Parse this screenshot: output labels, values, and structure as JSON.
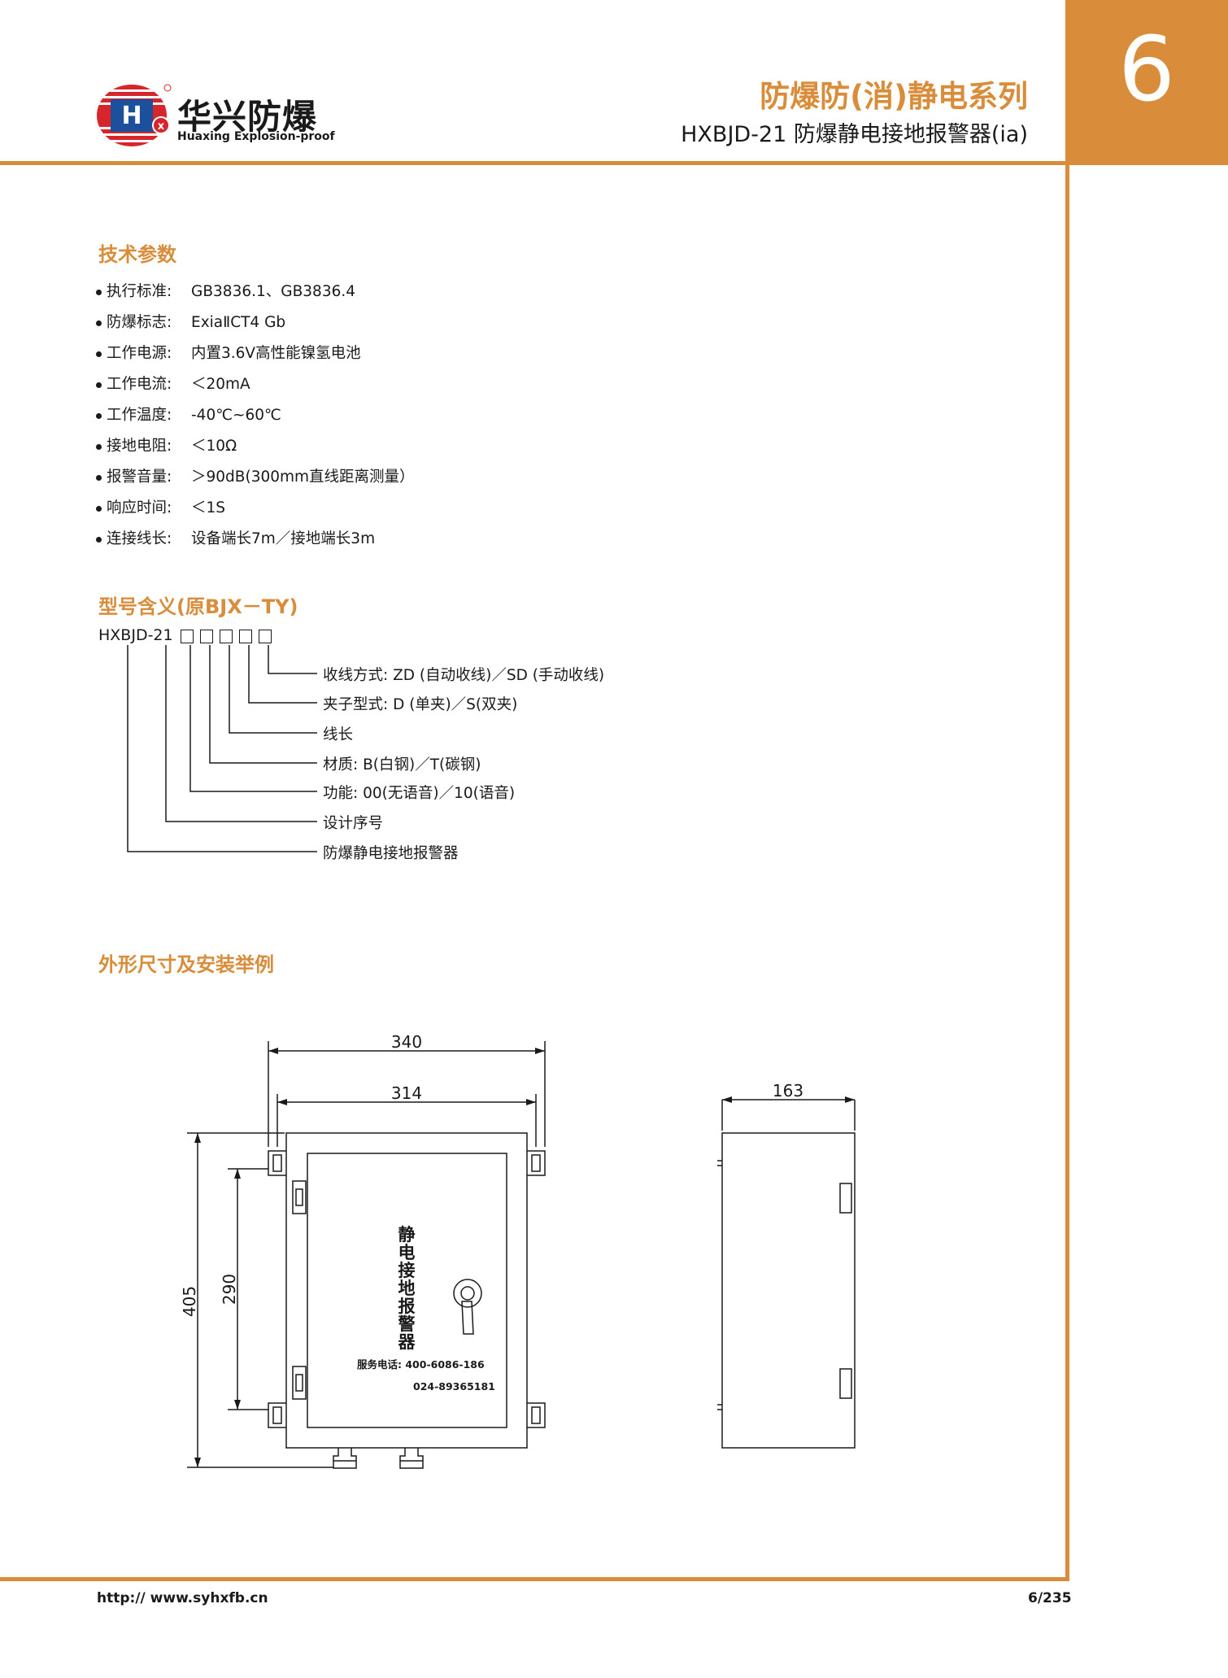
{
  "header": {
    "chapter_number": "6",
    "series_title": "防爆防(消)静电系列",
    "product_title": "HXBJD-21 防爆静电接地报警器(ia)",
    "logo_cn": "华兴防爆",
    "logo_en": "Huaxing Explosion-proof",
    "accent_color": "#d98d3a"
  },
  "tech_params": {
    "heading": "技术参数",
    "items": [
      {
        "key": "执行标准:",
        "value": "GB3836.1、GB3836.4"
      },
      {
        "key": "防爆标志:",
        "value": "ExiaⅡCT4  Gb"
      },
      {
        "key": "工作电源:",
        "value": "内置3.6V高性能镍氢电池"
      },
      {
        "key": "工作电流:",
        "value": "＜20mA"
      },
      {
        "key": "工作温度:",
        "value": "-40℃~60℃"
      },
      {
        "key": "接地电阻:",
        "value": "＜10Ω"
      },
      {
        "key": "报警音量:",
        "value": "＞90dB(300mm直线距离测量）"
      },
      {
        "key": "响应时间:",
        "value": "＜1S"
      },
      {
        "key": "连接线长:",
        "value": "设备端长7m／接地端长3m"
      }
    ]
  },
  "model_meaning": {
    "heading": "型号含义(原BJX－TY)",
    "code": "HXBJD-21",
    "labels": [
      "收线方式:  ZD (自动收线)／SD (手动收线)",
      "夹子型式:  D (单夹)／S(双夹)",
      "线长",
      "材质:    B(白钢)／T(碳钢)",
      "功能:  00(无语音)／10(语音)",
      "设计序号",
      "防爆静电接地报警器"
    ]
  },
  "dimensions": {
    "heading": "外形尺寸及安装举例",
    "width_overall": "340",
    "width_mount": "314",
    "height_overall": "405",
    "height_mount": "290",
    "depth": "163",
    "panel_text": [
      "静",
      "电",
      "接",
      "地",
      "报",
      "警",
      "器"
    ],
    "service_label": "服务电话:  400-6086-186",
    "service_phone2": "024-89365181"
  },
  "footer": {
    "url": "http:// www.syhxfb.cn",
    "page": "6/235"
  }
}
